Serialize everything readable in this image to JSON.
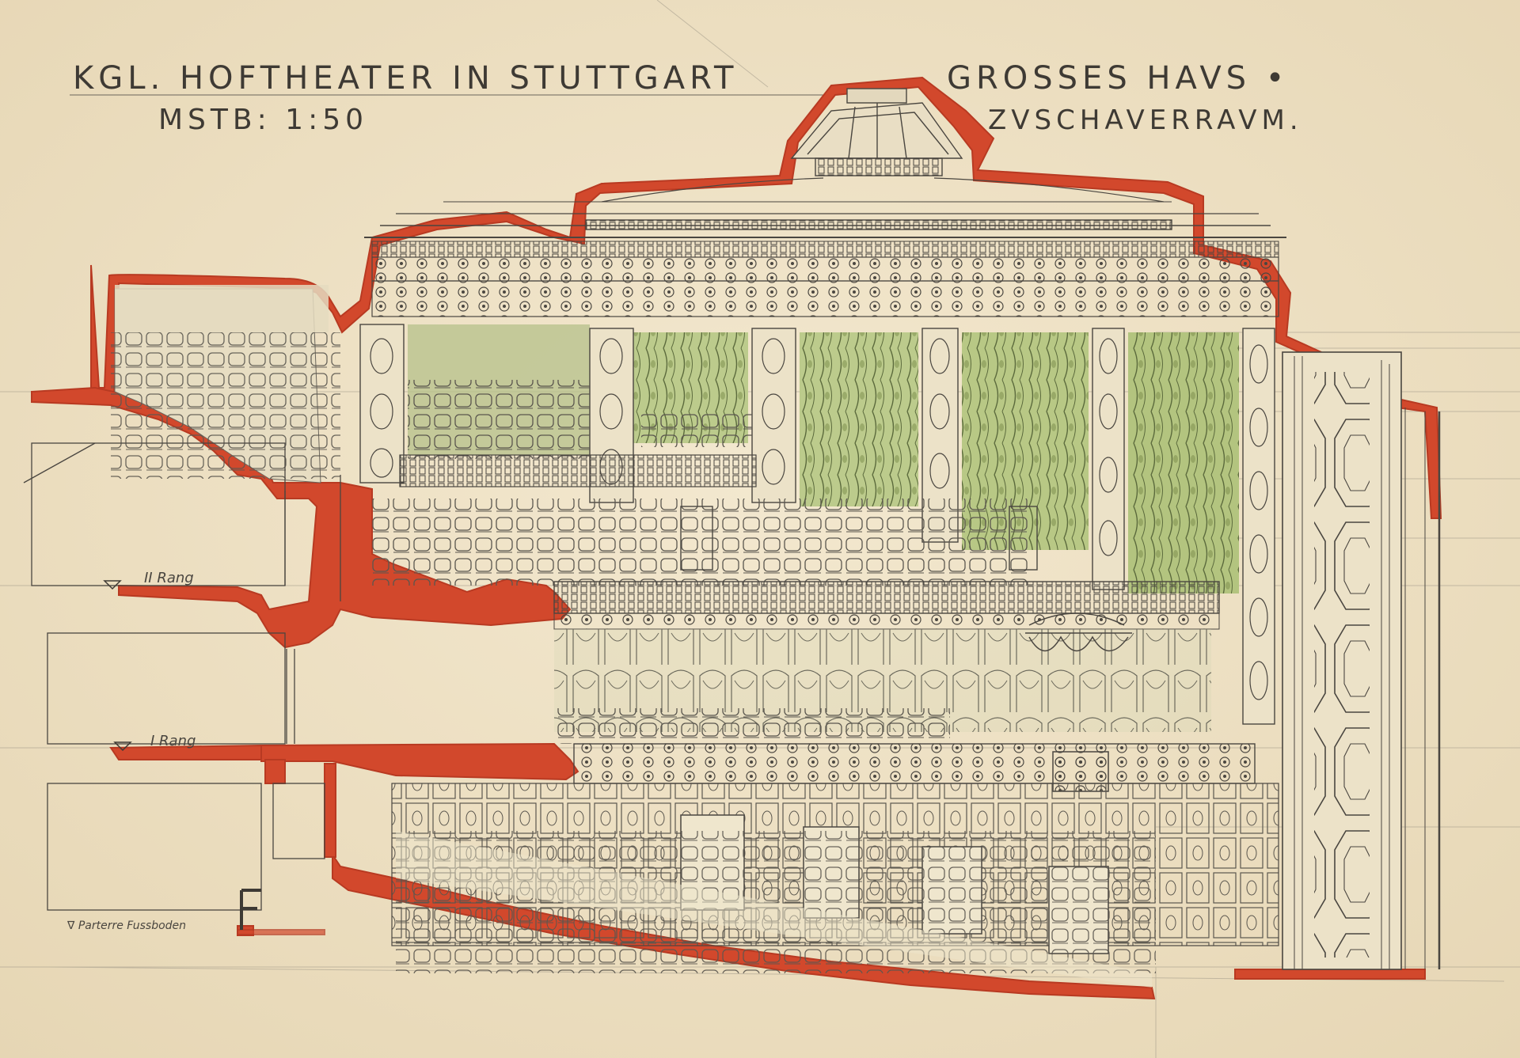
{
  "title_block": {
    "title_line": "KGL. HOFTHEATER IN STUTTGART",
    "scale": "MSTB: 1:50",
    "building": "GROSSES HAVS •",
    "section": "ZVSCHAVERRAVM."
  },
  "level_marks": {
    "second_tier": "II Rang",
    "first_tier": "I Rang",
    "parterre": "∇ Parterre Fussboden"
  },
  "colors": {
    "paper": "#efe3c8",
    "section_cut_red": "#d2482c",
    "pencil": "#4a4640",
    "wash_green": "#a7b97a"
  }
}
